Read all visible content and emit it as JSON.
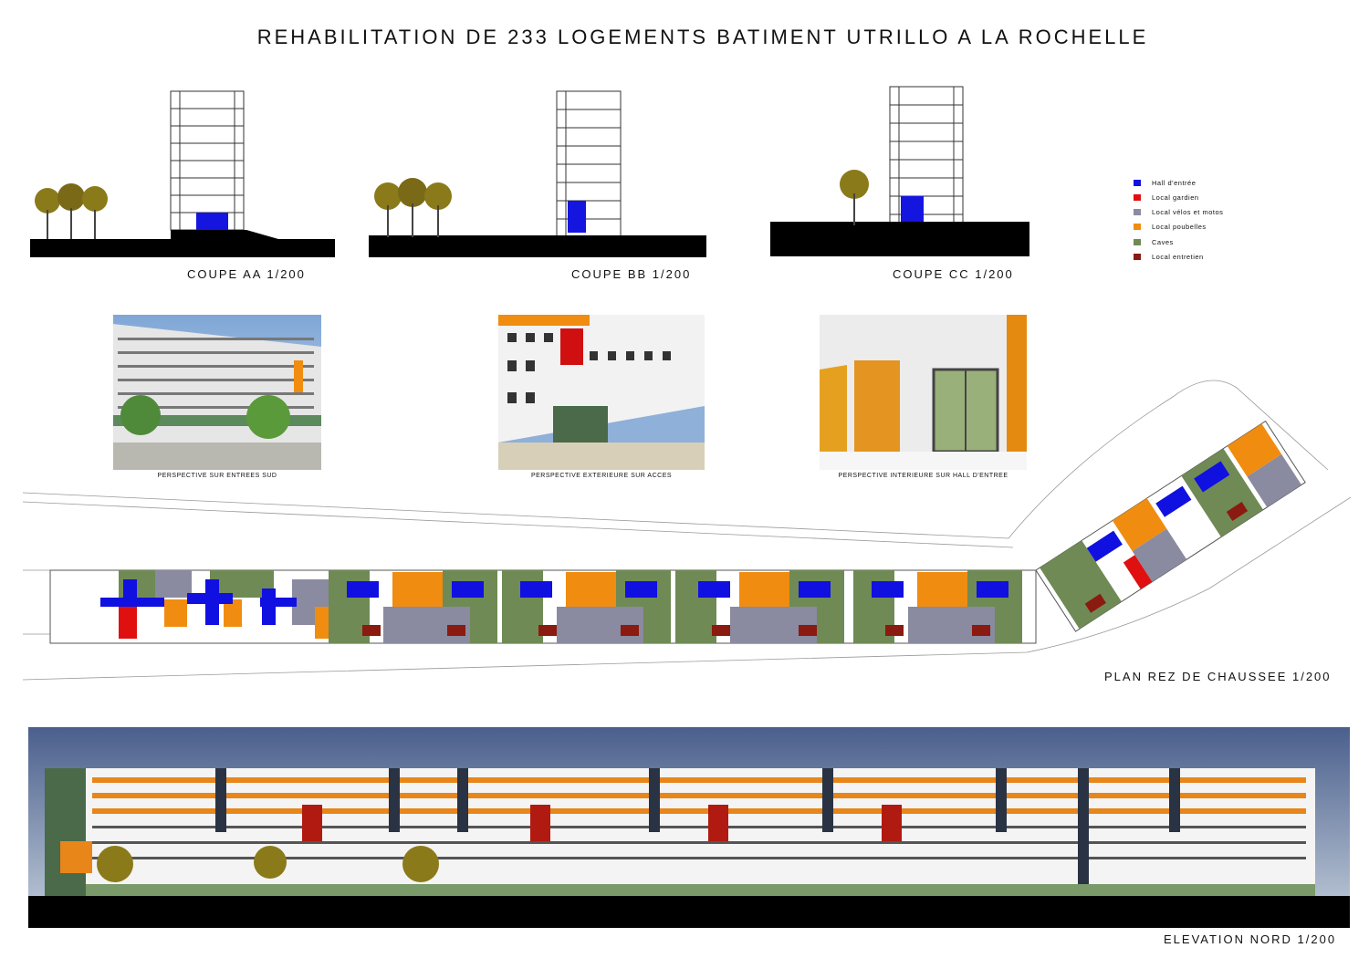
{
  "title": "REHABILITATION DE 233 LOGEMENTS BATIMENT UTRILLO A LA ROCHELLE",
  "sections": {
    "coupe_aa": "COUPE AA   1/200",
    "coupe_bb": "COUPE BB   1/200",
    "coupe_cc": "COUPE CC    1/200",
    "plan": "PLAN REZ DE CHAUSSEE 1/200",
    "elevation": "ELEVATION NORD 1/200"
  },
  "perspectives": {
    "sud": "PERSPECTIVE SUR ENTREES SUD",
    "acces": "PERSPECTIVE EXTERIEURE SUR ACCES",
    "hall": "PERSPECTIVE INTERIEURE SUR HALL D'ENTREE"
  },
  "legend": [
    {
      "label": "Hall d'entrée",
      "color": "#1010e0"
    },
    {
      "label": "Local gardien",
      "color": "#e01010"
    },
    {
      "label": "Local vélos et motos",
      "color": "#8a8aa0"
    },
    {
      "label": "Local poubelles",
      "color": "#f08c10"
    },
    {
      "label": "Caves",
      "color": "#6f8a55"
    },
    {
      "label": "Local entretien",
      "color": "#8b1a10"
    }
  ]
}
